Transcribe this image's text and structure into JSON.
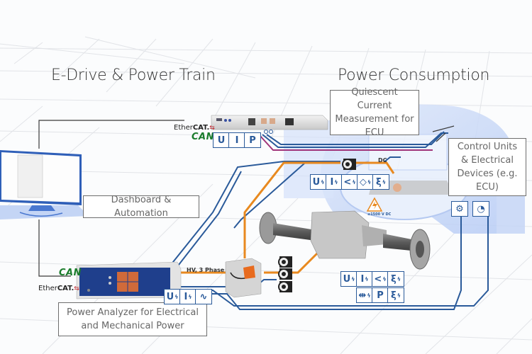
{
  "titles": {
    "left": "E-Drive & Power Train",
    "right": "Power Consumption"
  },
  "labels": {
    "quiescent": "Quiescent Current Measurement for ECU",
    "control_units": "Control Units & Electrical Devices (e.g. ECU)",
    "dashboard": "Dashboard & Automation",
    "power_analyzer": "Power Analyzer for Electrical and Mechanical Power"
  },
  "bus": {
    "ethercat_prefix": "Ether",
    "ethercat_suffix": "CAT.",
    "can": "CAN"
  },
  "line_labels": {
    "dc": "DC",
    "hv": "HV, 3 Phase",
    "voltage_warning": "≤1500 V DC"
  },
  "quantity_groups": {
    "top_instrument": [
      "U",
      "I",
      "P"
    ],
    "dc_line": [
      "U",
      "I",
      "<",
      "◇",
      "ξ"
    ],
    "power_analyzer": [
      "U",
      "I",
      "∿"
    ],
    "axle_row1": [
      "U",
      "I",
      "<",
      "ξ"
    ],
    "axle_row2": [
      "⇹",
      "P",
      "ξ"
    ]
  },
  "colors": {
    "signal_blue": "#2a5a9a",
    "power_orange": "#e8891f",
    "quiescent_magenta": "#a0357a",
    "can_green": "#1b7c2c",
    "ethercat_red": "#c0282f",
    "ghost_vehicle": "#c8d8f5"
  }
}
